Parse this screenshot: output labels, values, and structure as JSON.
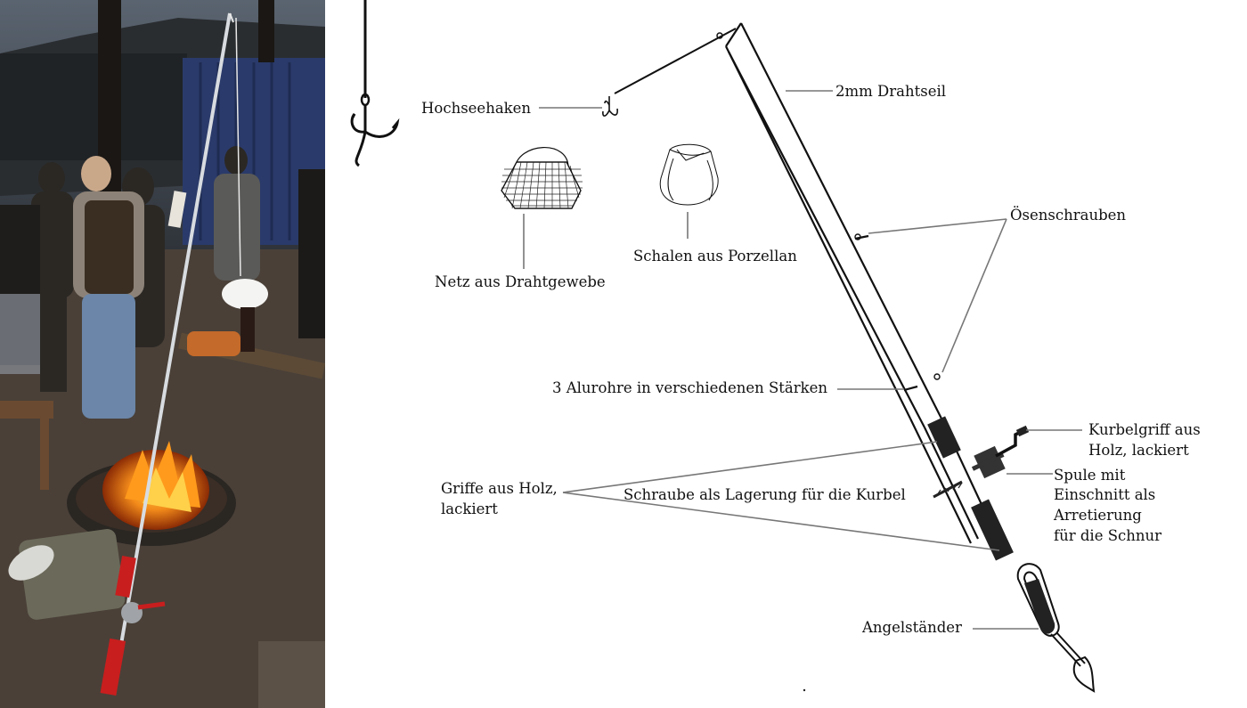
{
  "colors": {
    "background": "#ffffff",
    "ink": "#111111",
    "leader": "#777777",
    "fire": "#f28a1a",
    "handle_red": "#c81e1e",
    "photo_sky": "#3a4450",
    "container_blue": "#2a3a6a"
  },
  "labels": {
    "hook": "Hochseehaken",
    "wire": "2mm Drahtseil",
    "net": "Netz aus Drahtgewebe",
    "bowls": "Schalen aus Porzellan",
    "eye_screws": "Ösenschrauben",
    "tubes": "3 Alurohre in verschiedenen Stärken",
    "crank_handle_1": "Kurbelgriff aus",
    "crank_handle_2": "Holz, lackiert",
    "grips_1": "Griffe aus Holz,",
    "grips_2": "lackiert",
    "screw": "Schraube als Lagerung für die Kurbel",
    "spool_1": "Spule mit",
    "spool_2": "Einschnitt als",
    "spool_3": "Arretierung",
    "spool_4": "für die Schnur",
    "stand": "Angelständer"
  },
  "icons": {
    "photo": "campfire-fishing-rod-photo",
    "big_hook": "treble-hook-icon",
    "net_basket": "wire-net-basket-icon",
    "porcelain_bowl": "porcelain-bowl-icon"
  }
}
